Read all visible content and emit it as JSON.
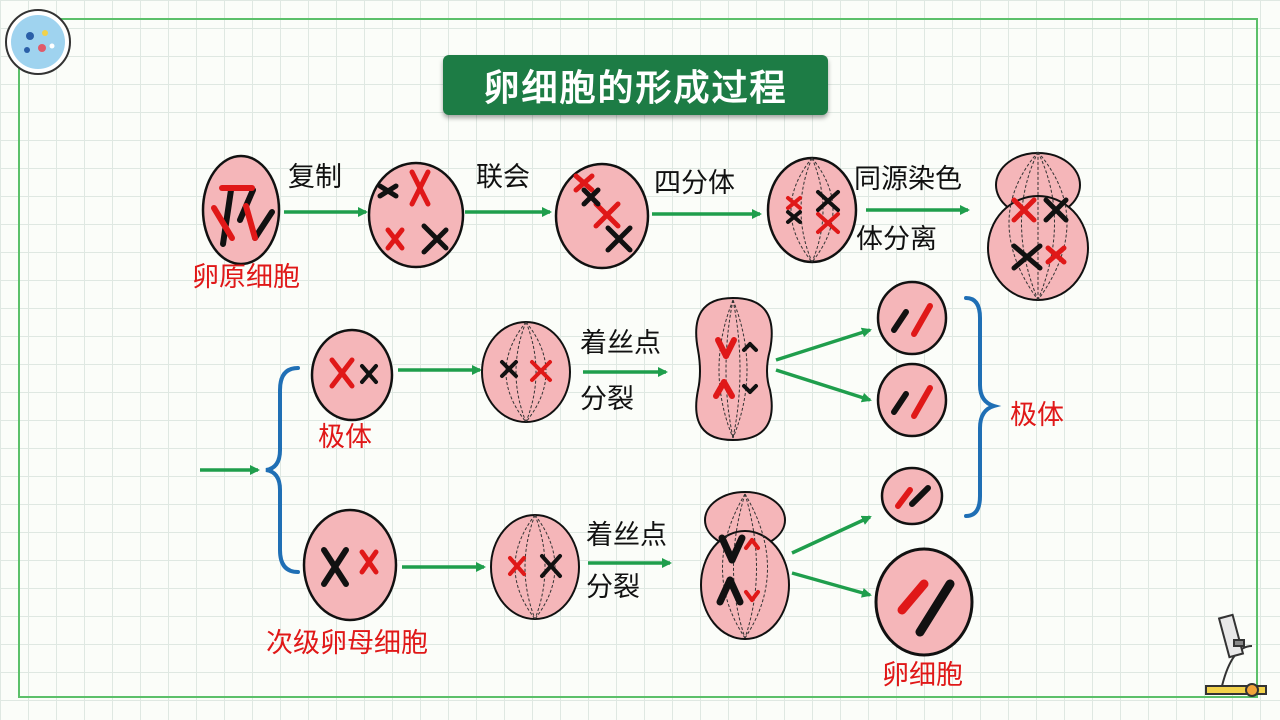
{
  "title": "卵细胞的形成过程",
  "labels": {
    "oogonium": "卵原细胞",
    "polar_body_1": "极体",
    "secondary_oocyte": "次级卵母细胞",
    "polar_bodies": "极体",
    "egg_cell": "卵细胞"
  },
  "arrow_labels": {
    "replication": "复制",
    "synapsis": "联会",
    "tetrad": "四分体",
    "homolog_sep_1": "同源染色",
    "homolog_sep_2": "体分离",
    "centromere_top_1": "着丝点",
    "centromere_top_2": "分裂",
    "centromere_bottom_1": "着丝点",
    "centromere_bottom_2": "分裂"
  },
  "colors": {
    "cell_fill": "#f5b6b9",
    "arrow": "#1f9e4c",
    "brace": "#1f6fb5",
    "label_red": "#e01818",
    "title_bg": "#1d7c45"
  },
  "icons": [
    "cell-logo-icon",
    "microscope-icon"
  ]
}
